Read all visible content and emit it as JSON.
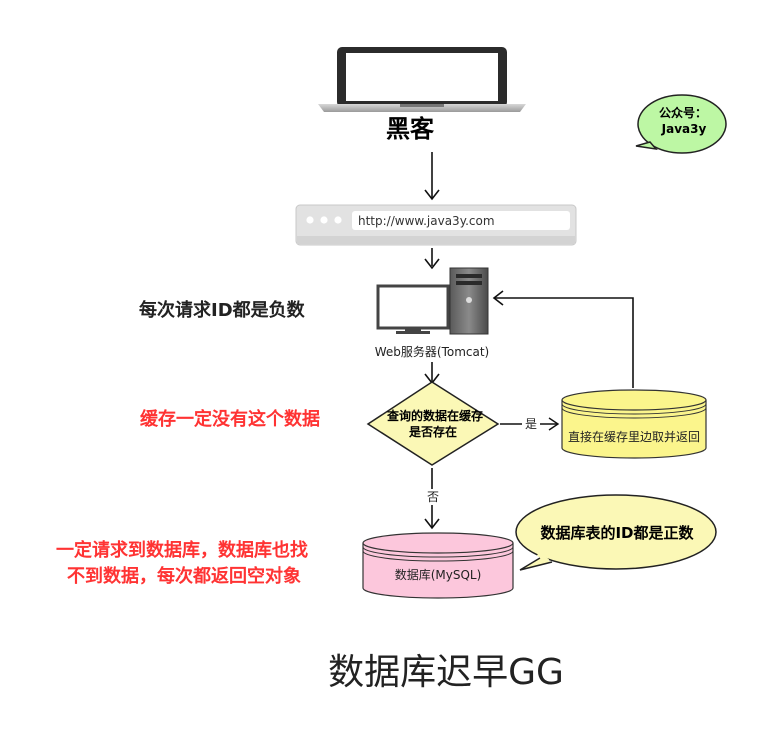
{
  "hacker": {
    "label": "黑客"
  },
  "badge": {
    "line1": "公众号：",
    "line2": "Java3y"
  },
  "browser": {
    "url": "http://www.java3y.com"
  },
  "server": {
    "label": "Web服务器(Tomcat)"
  },
  "annotations": {
    "negative_ids": "每次请求ID都是负数",
    "cache_missing": "缓存一定没有这个数据",
    "db_line1": "一定请求到数据库，数据库也找",
    "db_line2": "不到数据，每次都返回空对象"
  },
  "decision": {
    "line1": "查询的数据在缓存",
    "line2": "是否存在"
  },
  "edges": {
    "yes": "是",
    "no": "否"
  },
  "cache": {
    "label": "直接在缓存里边取并返回"
  },
  "database": {
    "label": "数据库(MySQL)"
  },
  "bubble": {
    "label": "数据库表的ID都是正数"
  },
  "caption": {
    "label": "数据库迟早GG"
  },
  "colors": {
    "red": "#ff3333",
    "cache_fill": "#fbf58c",
    "db_fill": "#fcc7dc",
    "badge_fill": "#bdf7a4",
    "decision_fill": "#fbf8b6"
  }
}
